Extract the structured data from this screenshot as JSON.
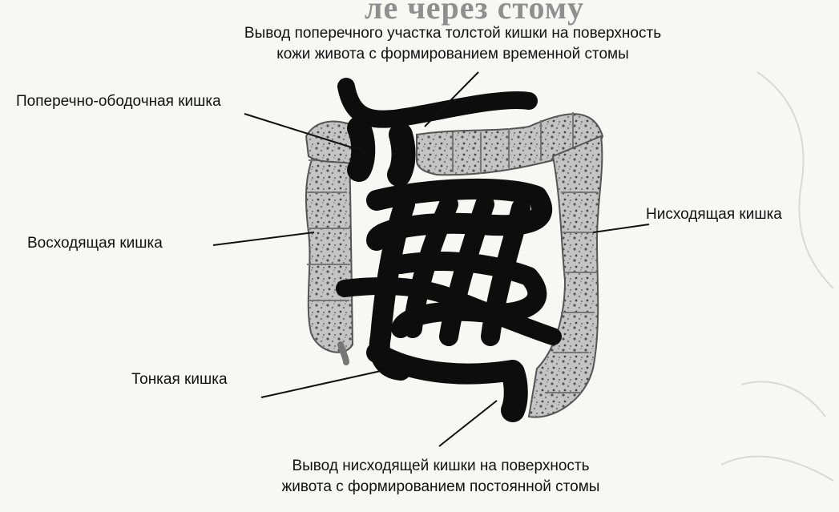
{
  "header_fragment": "ле через стому",
  "labels": {
    "transverse_stoma": [
      "Вывод поперечного участка толстой кишки на поверхность",
      "кожи живота с формированием временной стомы"
    ],
    "transverse_colon": "Поперечно-ободочная кишка",
    "ascending_colon": "Восходящая кишка",
    "descending_colon": "Нисходящая кишка",
    "small_intestine": "Тонкая кишка",
    "descending_stoma": [
      "Вывод нисходящей кишки на поверхность",
      "живота с формированием постоянной стомы"
    ]
  },
  "colors": {
    "background": "#f7f7f4",
    "colon_fill": "#bdbdbd",
    "colon_texture": "#6a6a6a",
    "small_intestine": "#0d0d0d",
    "leader_line": "#111111",
    "faded_text": "#8f8f8f"
  }
}
